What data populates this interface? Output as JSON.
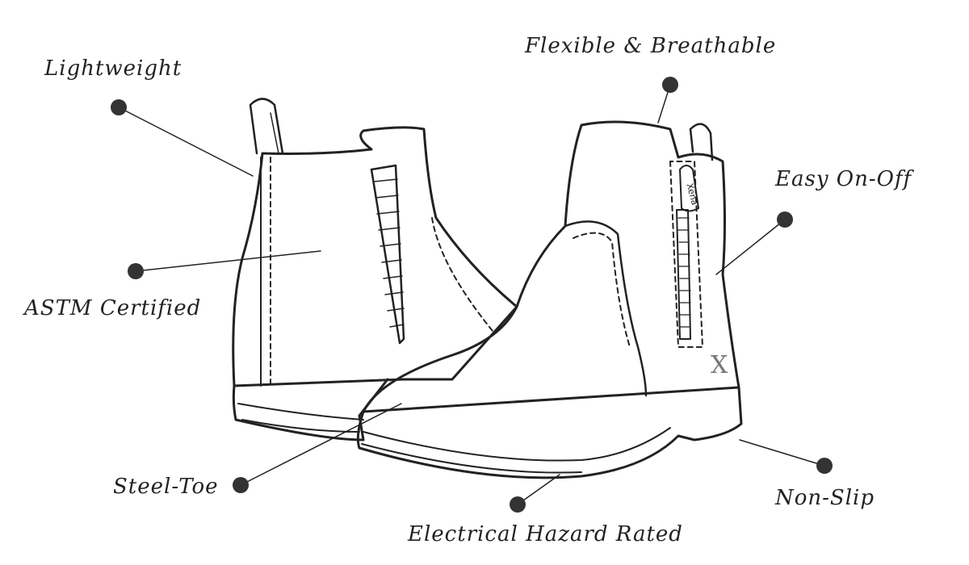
{
  "callouts": [
    {
      "id": "lightweight",
      "label": "Lightweight"
    },
    {
      "id": "flexible",
      "label": "Flexible & Breathable"
    },
    {
      "id": "easy",
      "label": "Easy On-Off"
    },
    {
      "id": "astm",
      "label": "ASTM Certified"
    },
    {
      "id": "steel",
      "label": "Steel-Toe"
    },
    {
      "id": "electrical",
      "label": "Electrical Hazard Rated"
    },
    {
      "id": "nonslip",
      "label": "Non-Slip"
    }
  ],
  "brand": {
    "zipper_pull": "Xena",
    "logo": "X"
  },
  "colors": {
    "ink": "#222222",
    "dot": "#333333",
    "background": "#ffffff"
  }
}
